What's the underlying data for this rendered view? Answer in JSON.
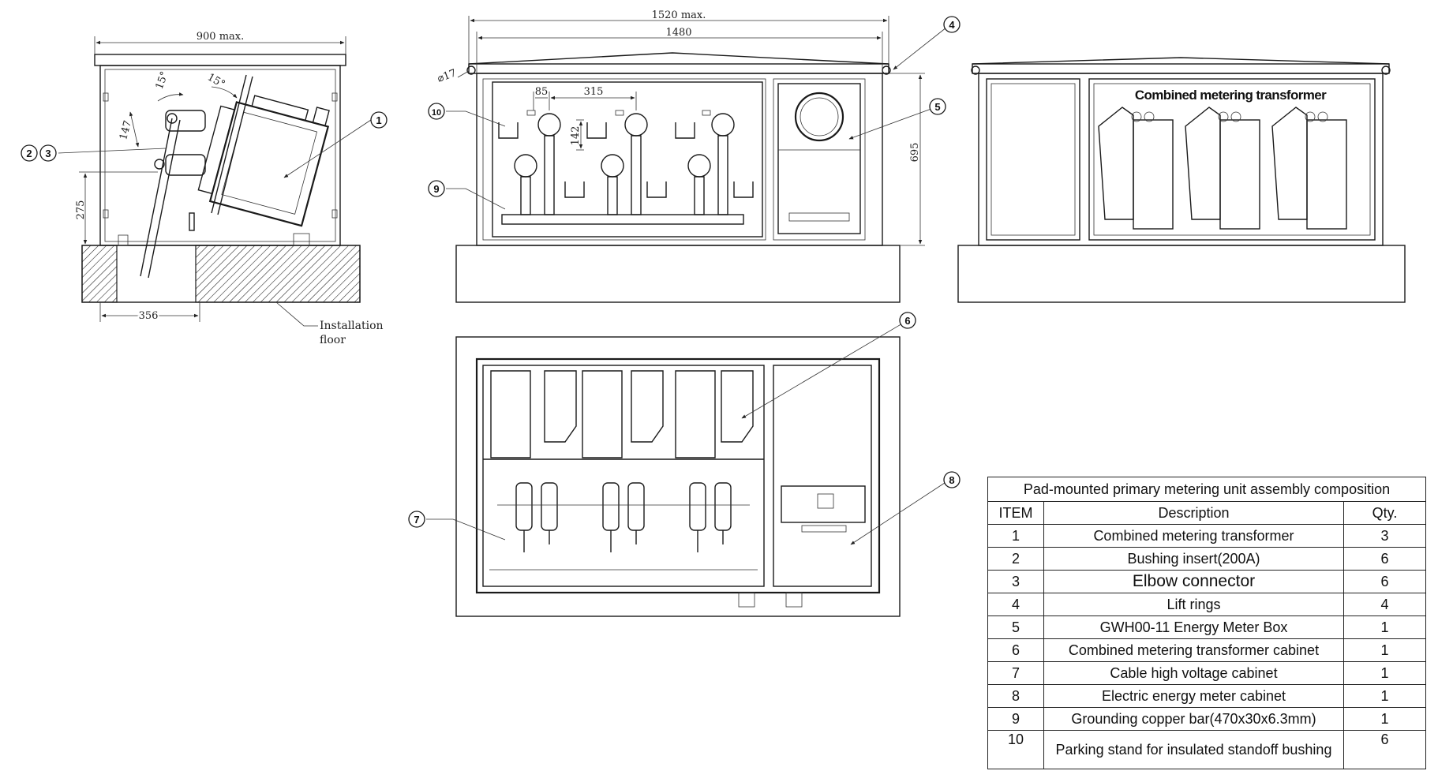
{
  "dimensions": {
    "side_width": "900 max.",
    "front_width_max": "1520 max.",
    "front_width": "1480",
    "height": "695",
    "bushing_height": "275",
    "floor_offset": "356",
    "bushing_spacing_1": "147",
    "angle_1": "15°",
    "angle_2": "15°",
    "pitch_small": "85",
    "pitch_large": "315",
    "vertical_small": "142",
    "ring_dia": "⌀17"
  },
  "labels": {
    "installation_floor_line1": "Installation",
    "installation_floor_line2": "floor",
    "rear_view_title": "Combined metering transformer"
  },
  "balloons": [
    "1",
    "2",
    "3",
    "4",
    "5",
    "6",
    "7",
    "8",
    "9",
    "10"
  ],
  "table": {
    "caption": "Pad-mounted primary metering unit assembly composition",
    "headers": [
      "ITEM",
      "Description",
      "Qty."
    ],
    "rows": [
      {
        "item": "1",
        "description": "Combined metering transformer",
        "qty": "3"
      },
      {
        "item": "2",
        "description": "Bushing insert(200A)",
        "qty": "6"
      },
      {
        "item": "3",
        "description": "Elbow connector",
        "qty": "6"
      },
      {
        "item": "4",
        "description": "Lift rings",
        "qty": "4"
      },
      {
        "item": "5",
        "description": "GWH00-11 Energy Meter Box",
        "qty": "1"
      },
      {
        "item": "6",
        "description": "Combined metering transformer cabinet",
        "qty": "1"
      },
      {
        "item": "7",
        "description": "Cable high voltage cabinet",
        "qty": "1"
      },
      {
        "item": "8",
        "description": "Electric energy meter cabinet",
        "qty": "1"
      },
      {
        "item": "9",
        "description": "Grounding copper bar(470x30x6.3mm)",
        "qty": "1"
      },
      {
        "item": "10",
        "description": "Parking stand for insulated standoff bushing",
        "qty": "6"
      }
    ]
  }
}
